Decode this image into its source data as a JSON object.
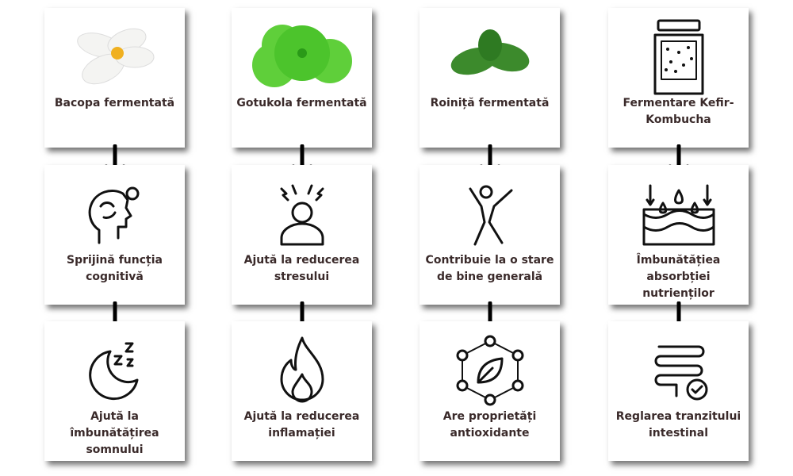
{
  "columns": [
    {
      "cells": [
        {
          "label": "Bacopa fermentată",
          "icon": "white-flower-icon"
        },
        {
          "label": "Sprijină funcția cognitivă",
          "icon": "brain-gear-icon"
        },
        {
          "label": "Ajută la îmbunătățirea somnului",
          "icon": "moon-sleep-icon"
        }
      ]
    },
    {
      "cells": [
        {
          "label": "Gotukola fermentată",
          "icon": "green-leaves-icon"
        },
        {
          "label": "Ajută la reducerea stresului",
          "icon": "stressed-person-icon"
        },
        {
          "label": "Ajută la reducerea inflamației",
          "icon": "flame-icon"
        }
      ]
    },
    {
      "cells": [
        {
          "label": "Roiniță fermentată",
          "icon": "lemon-balm-icon"
        },
        {
          "label": "Contribuie la o stare de bine generală",
          "icon": "happy-person-icon"
        },
        {
          "label": "Are proprietăți antioxidante",
          "icon": "molecule-leaf-icon"
        }
      ]
    },
    {
      "cells": [
        {
          "label": "Fermentare Kefir-Kombucha",
          "icon": "fermentation-jar-icon"
        },
        {
          "label": "Îmbunătățiea absorbției nutrienților",
          "icon": "absorption-icon"
        },
        {
          "label": "Reglarea tranzitului intestinal",
          "icon": "intestine-check-icon"
        }
      ]
    }
  ],
  "colors": {
    "text": "#3a2a2a",
    "arrow": "#000000"
  }
}
